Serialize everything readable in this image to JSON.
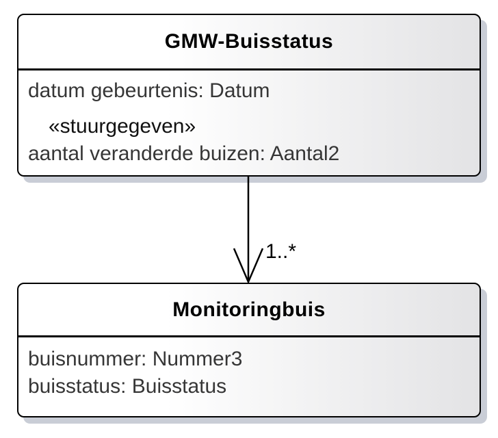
{
  "diagram": {
    "type": "uml-class-diagram",
    "classes": [
      {
        "name": "GMW-Buisstatus",
        "attributes": [
          "datum gebeurtenis: Datum"
        ],
        "stereotype_group": {
          "stereotype": "«stuurgegeven»",
          "attribute": "aantal veranderde buizen: Aantal2"
        }
      },
      {
        "name": "Monitoringbuis",
        "attributes": [
          "buisnummer: Nummer3",
          "buisstatus: Buisstatus"
        ]
      }
    ],
    "association": {
      "from": "GMW-Buisstatus",
      "to": "Monitoringbuis",
      "multiplicity": "1..*",
      "arrow_style": "open-arrowhead"
    }
  },
  "colors": {
    "box_fill_start": "#ffffff",
    "box_fill_end": "#e3e3e5",
    "box_border": "#000000",
    "box_shadow": "#c9cdd6",
    "title_text": "#000000",
    "attribute_text": "#363636",
    "line": "#000000"
  }
}
